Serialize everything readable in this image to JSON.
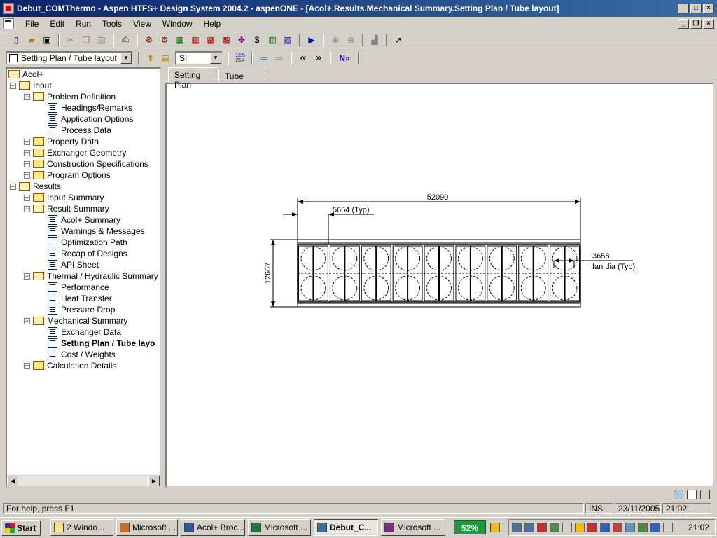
{
  "window": {
    "title": "Debut_COMThermo - Aspen HTFS+ Design System 2004.2 - aspenONE - [Acol+.Results.Mechanical Summary.Setting Plan / Tube layout]",
    "controls": {
      "minimize": "_",
      "maximize": "□",
      "close": "×",
      "restore": "❐"
    }
  },
  "menu": {
    "items": [
      "File",
      "Edit",
      "Run",
      "Tools",
      "View",
      "Window",
      "Help"
    ]
  },
  "toolbar": {
    "nav_combo": "Setting Plan / Tube layout",
    "units_combo": "SI",
    "units_icon_text": "12.5\n25.4",
    "back_label": "«",
    "forward_label": "»",
    "next_label": "N»"
  },
  "tree": {
    "root": "Acol+",
    "input": "Input",
    "problem_definition": "Problem Definition",
    "headings_remarks": "Headings/Remarks",
    "application_options": "Application Options",
    "process_data": "Process Data",
    "property_data": "Property Data",
    "exchanger_geometry": "Exchanger Geometry",
    "construction_specifications": "Construction Specifications",
    "program_options": "Program Options",
    "results": "Results",
    "input_summary": "Input Summary",
    "result_summary": "Result Summary",
    "acol_summary": "Acol+ Summary",
    "warnings_messages": "Warnings & Messages",
    "optimization_path": "Optimization Path",
    "recap_of_designs": "Recap of Designs",
    "api_sheet": "API Sheet",
    "thermal_hydraulic_summary": "Thermal / Hydraulic Summary",
    "performance": "Performance",
    "heat_transfer": "Heat Transfer",
    "pressure_drop": "Pressure Drop",
    "mechanical_summary": "Mechanical Summary",
    "exchanger_data": "Exchanger Data",
    "setting_plan": "Setting Plan / Tube layo",
    "cost_weights": "Cost / Weights",
    "calculation_details": "Calculation Details"
  },
  "tabs": {
    "setting_plan": "Setting Plan",
    "tube_layout": "Tube Layout"
  },
  "drawing": {
    "overall_length": "52090",
    "bay_length": "5654 (Typ)",
    "overall_width": "12667",
    "fan_dia_value": "3658",
    "fan_dia_label": "fan dia (Typ)",
    "bay_count": 9
  },
  "status": {
    "help_text": "For help, press F1.",
    "mode": "INS",
    "date": "23/11/2005",
    "time": "21:02"
  },
  "taskbar": {
    "start": "Start",
    "windows_group": "2 Windo...",
    "task_microsoft_1": "Microsoft ...",
    "task_acol": "Acol+ Broc...",
    "task_microsoft_2": "Microsoft ...",
    "task_debut": "Debut_C...",
    "task_microsoft_3": "Microsoft ...",
    "battery": "52%",
    "clock": "21:02"
  }
}
